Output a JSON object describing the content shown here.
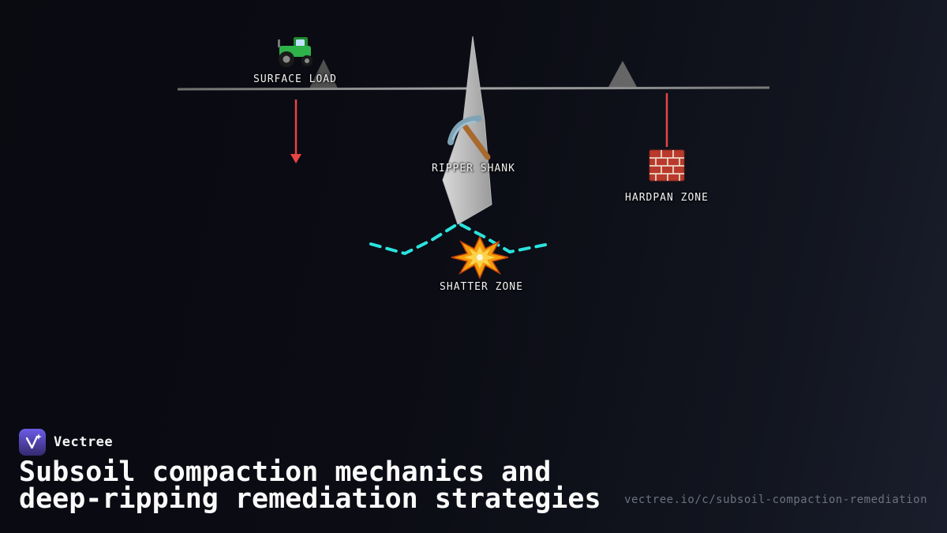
{
  "diagram": {
    "labels": {
      "surface_load": "SURFACE LOAD",
      "ripper_shank": "RIPPER SHANK",
      "shatter_zone": "SHATTER ZONE",
      "hardpan_zone": "HARDPAN ZONE"
    },
    "icons": {
      "surface_load": "tractor-icon",
      "ripper_shank": "pickaxe-icon",
      "shatter_zone": "explosion-icon",
      "hardpan_zone": "brick-wall-icon"
    },
    "colors": {
      "load_arrow_red": "#e64545",
      "hardpan_line_red": "#e64545",
      "shatter_dash_cyan": "#2be3de",
      "ground_line_gray": "#8f8f8f",
      "shank_gray": "#c9c9c9",
      "marker_triangle_gray": "#5a5a5a"
    }
  },
  "footer": {
    "brand": "Vectree",
    "title_line1": "Subsoil compaction mechanics and",
    "title_line2": "deep-ripping remediation strategies",
    "url": "vectree.io/c/subsoil-compaction-remediation",
    "logo_gradient_from": "#6c5ce7",
    "logo_gradient_to": "#35296e"
  }
}
